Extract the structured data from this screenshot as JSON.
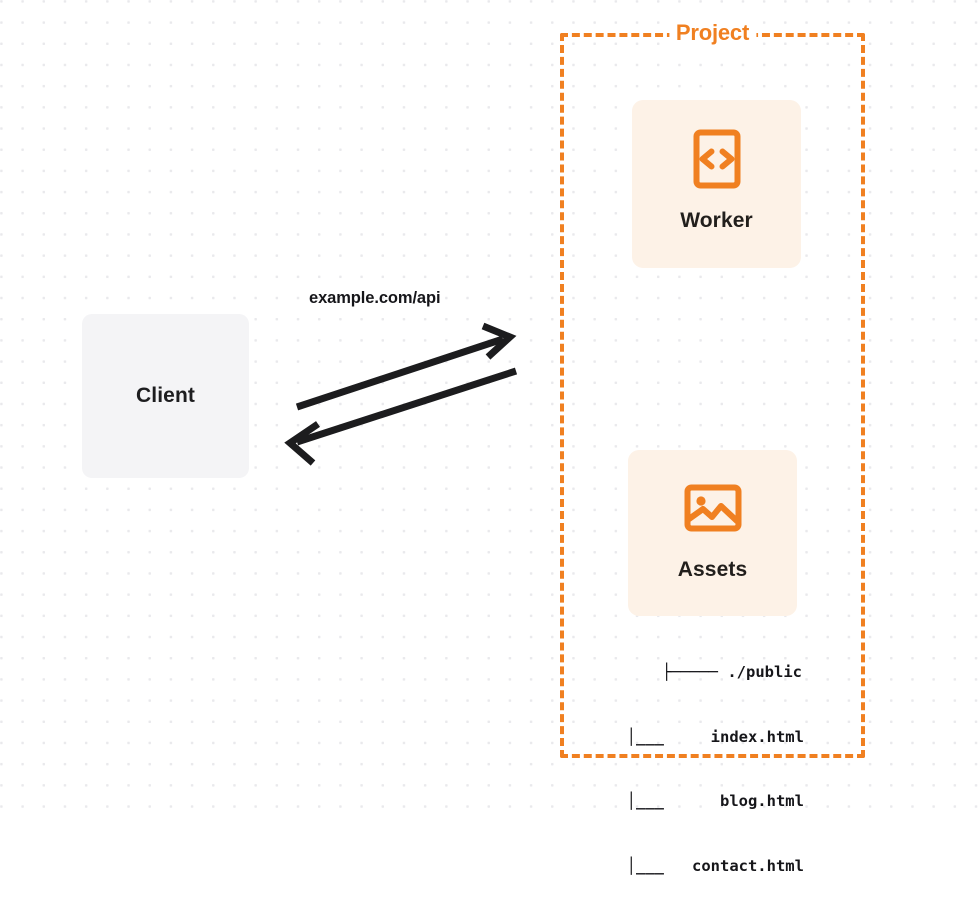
{
  "diagram": {
    "title": "Client to Project Worker and Assets request flow",
    "background": {
      "color": "#ffffff",
      "dot_color": "#e9e9ec"
    },
    "colors": {
      "accent_orange": "#f08021",
      "card_fill": "#fdf2e7",
      "client_fill": "#f4f4f6",
      "text_dark": "#16161a",
      "arrow": "#1c1c1e"
    }
  },
  "client": {
    "label": "Client"
  },
  "edge": {
    "label": "example.com/api",
    "request_direction": "client-to-project",
    "response_direction": "project-to-client"
  },
  "project": {
    "title": "Project",
    "border_style": "dashed",
    "nodes": [
      {
        "id": "worker",
        "label": "Worker",
        "icon": "code-brackets-icon"
      },
      {
        "id": "assets",
        "label": "Assets",
        "icon": "image-icon"
      }
    ]
  },
  "file_tree": {
    "rows": [
      {
        "branch": "├─────",
        "name": "./public"
      },
      {
        "branch": "│___",
        "name": "index.html"
      },
      {
        "branch": "│___",
        "name": "blog.html"
      },
      {
        "branch": "│___",
        "name": "contact.html"
      }
    ],
    "lines": [
      "├───── ./public",
      "  │___     index.html",
      "  │___      blog.html",
      "  │___   contact.html"
    ]
  }
}
